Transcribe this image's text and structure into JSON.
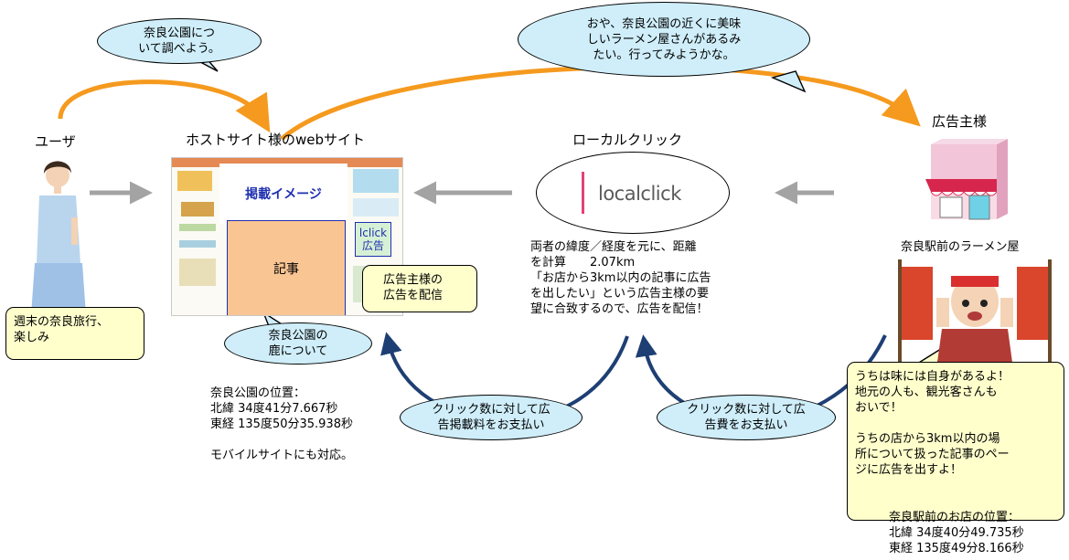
{
  "actors": {
    "user": "ユーザ",
    "host_site": "ホストサイト様のwebサイト",
    "localclick": "ローカルクリック",
    "advertiser": "広告主様"
  },
  "bubbles": {
    "user_thought": "奈良公園につ\nいて調べよう。",
    "user_discovery": "おや、奈良公園の近くに美味\nしいラーメン屋さんがあるみ\nたい。行ってみようかな。",
    "article_topic": "奈良公園の\n鹿について",
    "pay_host": "クリック数に対して広\n告掲載料をお支払い",
    "pay_ad": "クリック数に対して広\n告費をお支払い"
  },
  "notes": {
    "user_weekend": "週末の奈良旅行、\n楽しみ",
    "ad_delivery": "広告主様の\n広告を配信",
    "shop_message": "うちは味には自身があるよ！\n地元の人も、観光客さんも\nおいで！\n\nうちの店から3km以内の場\n所について扱った記事のペー\nジに広告を出すよ！"
  },
  "site_mock": {
    "title": "掲載イメージ",
    "article": "記事",
    "ad_box": "lclick\n広告"
  },
  "localclick_logo": "localclick",
  "localclick_desc": "両者の緯度／経度を元に、距離\nを計算　　2.07km\n「お店から3km以内の記事に広告\nを出したい」という広告主様の要\n望に合致するので、広告を配信！",
  "nara_info": "奈良公園の位置：\n北緯 34度41分7.667秒\n東経 135度50分35.938秒\n\nモバイルサイトにも対応。",
  "shop_label": "奈良駅前のラーメン屋",
  "shop_location": "奈良駅前のお店の位置：\n北緯 34度40分49.735秒\n東経 135度49分8.166秒",
  "colors": {
    "orange_arrow": "#f59a1e",
    "navy_arrow": "#1e3f73",
    "grey_arrow": "#a3a3a3",
    "bubble_fill": "#cfeefa",
    "note_fill": "#ffffcc",
    "article_fill": "#f9c593"
  }
}
